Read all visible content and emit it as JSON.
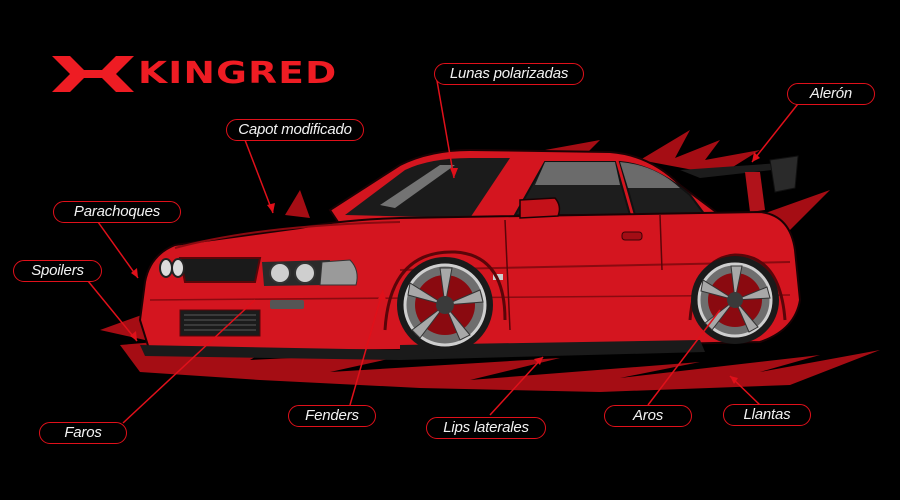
{
  "brand": {
    "name": "KINGRED",
    "logo_mark": "double-chevron-k",
    "accent_color": "#ee1c23"
  },
  "diagram": {
    "subject": "red tuned coupe with body-kit parts annotated",
    "line_color": "#e0101a",
    "body_color": "#d4151f",
    "background": "#000000",
    "callouts": [
      {
        "id": "lunas",
        "label": "Lunas polarizadas"
      },
      {
        "id": "aleron",
        "label": "Alerón"
      },
      {
        "id": "capot",
        "label": "Capot modificado"
      },
      {
        "id": "parachoques",
        "label": "Parachoques"
      },
      {
        "id": "spoilers",
        "label": "Spoilers"
      },
      {
        "id": "faros",
        "label": "Faros"
      },
      {
        "id": "fenders",
        "label": "Fenders"
      },
      {
        "id": "lips",
        "label": "Lips laterales"
      },
      {
        "id": "aros",
        "label": "Aros"
      },
      {
        "id": "llantas",
        "label": "Llantas"
      }
    ]
  }
}
